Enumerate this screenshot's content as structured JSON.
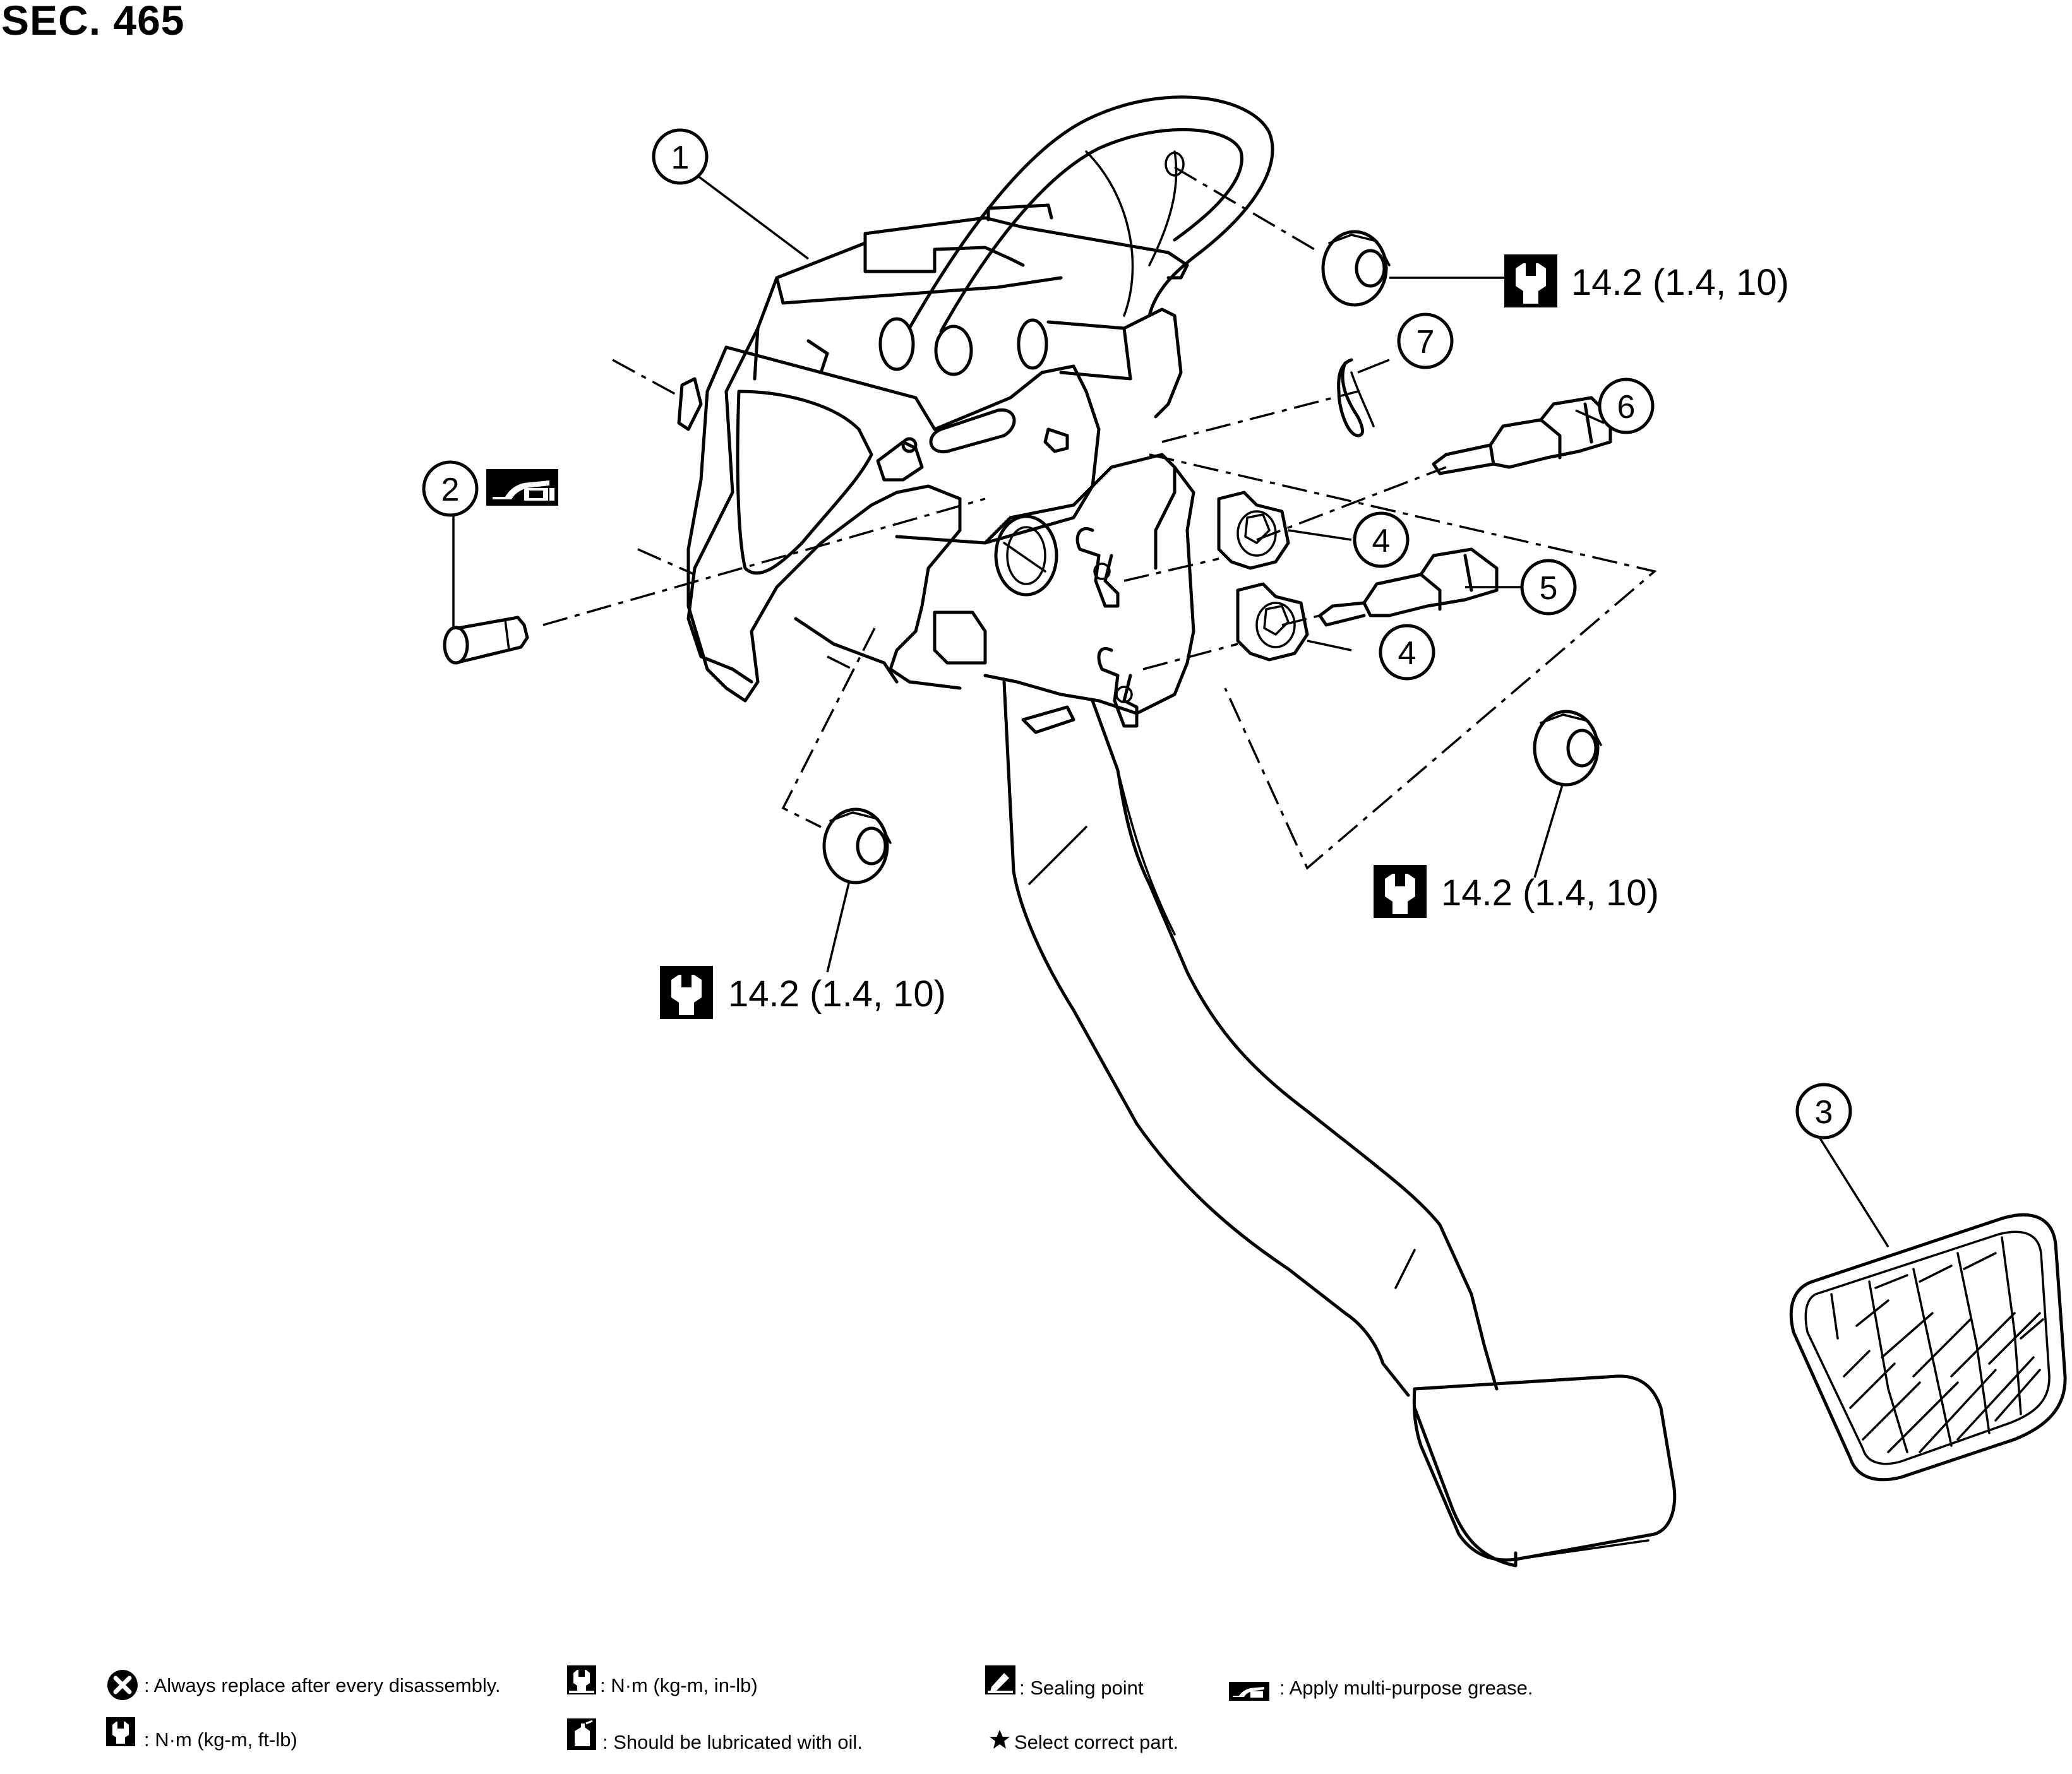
{
  "section": "SEC. 465",
  "callouts": [
    "1",
    "2",
    "3",
    "4",
    "4",
    "5",
    "6",
    "7"
  ],
  "torque": {
    "top_right": "14.2 (1.4, 10)",
    "right": "14.2 (1.4, 10)",
    "left": "14.2 (1.4, 10)"
  },
  "legend": {
    "always_replace": ": Always replace after every disassembly.",
    "nm_in_lb": ": N·m (kg-m, in-lb)",
    "sealing_point": ": Sealing point",
    "multi_purpose_grease": ": Apply multi-purpose grease.",
    "nm_ft_lb": ": N·m (kg-m, ft-lb)",
    "lubricate_oil": ": Should be lubricated with oil.",
    "select_part": "Select correct part."
  },
  "icons": {
    "torque": "torque-wrench-icon",
    "grease": "grease-gun-icon",
    "replace": "x-circle-icon",
    "sealing": "sealing-point-icon",
    "oil": "oil-can-icon",
    "star": "star-icon"
  }
}
